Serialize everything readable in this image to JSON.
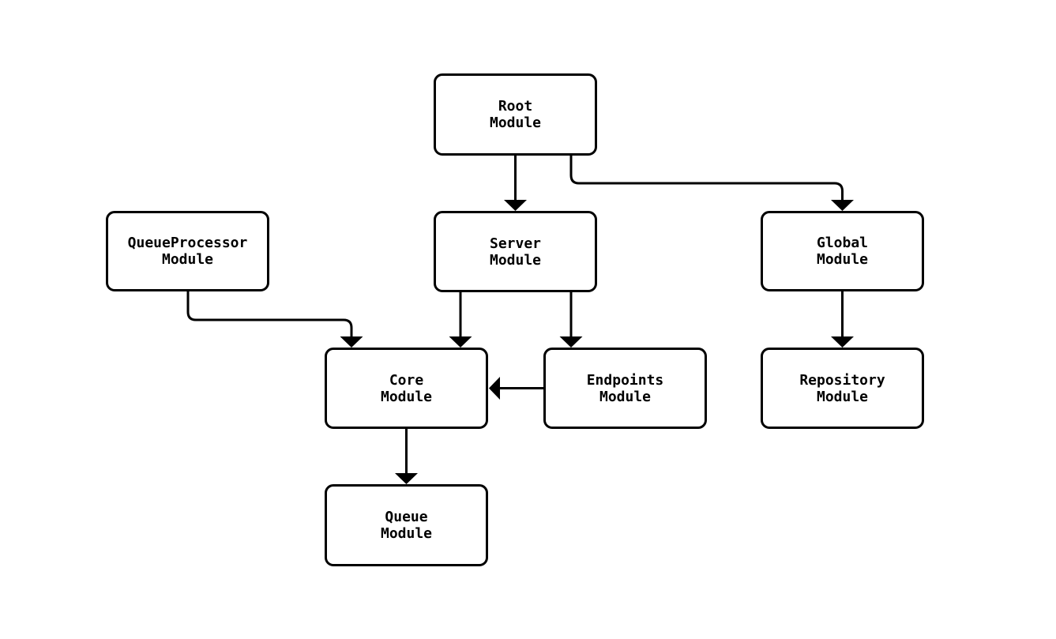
{
  "diagram": {
    "type": "module-dependency-flowchart",
    "colors": {
      "background": "#ffffff",
      "node_fill": "#ffffff",
      "node_stroke": "#000000",
      "edge_stroke": "#000000",
      "text": "#000000"
    },
    "nodes": [
      {
        "id": "root",
        "line1": "Root",
        "line2": "Module"
      },
      {
        "id": "queueprocessor",
        "line1": "QueueProcessor",
        "line2": "Module"
      },
      {
        "id": "server",
        "line1": "Server",
        "line2": "Module"
      },
      {
        "id": "global",
        "line1": "Global",
        "line2": "Module"
      },
      {
        "id": "core",
        "line1": "Core",
        "line2": "Module"
      },
      {
        "id": "endpoints",
        "line1": "Endpoints",
        "line2": "Module"
      },
      {
        "id": "repository",
        "line1": "Repository",
        "line2": "Module"
      },
      {
        "id": "queue",
        "line1": "Queue",
        "line2": "Module"
      }
    ],
    "edges": [
      {
        "from": "root",
        "to": "server"
      },
      {
        "from": "root",
        "to": "global"
      },
      {
        "from": "queueprocessor",
        "to": "core"
      },
      {
        "from": "server",
        "to": "core"
      },
      {
        "from": "server",
        "to": "endpoints"
      },
      {
        "from": "endpoints",
        "to": "core"
      },
      {
        "from": "global",
        "to": "repository"
      },
      {
        "from": "core",
        "to": "queue"
      }
    ]
  }
}
